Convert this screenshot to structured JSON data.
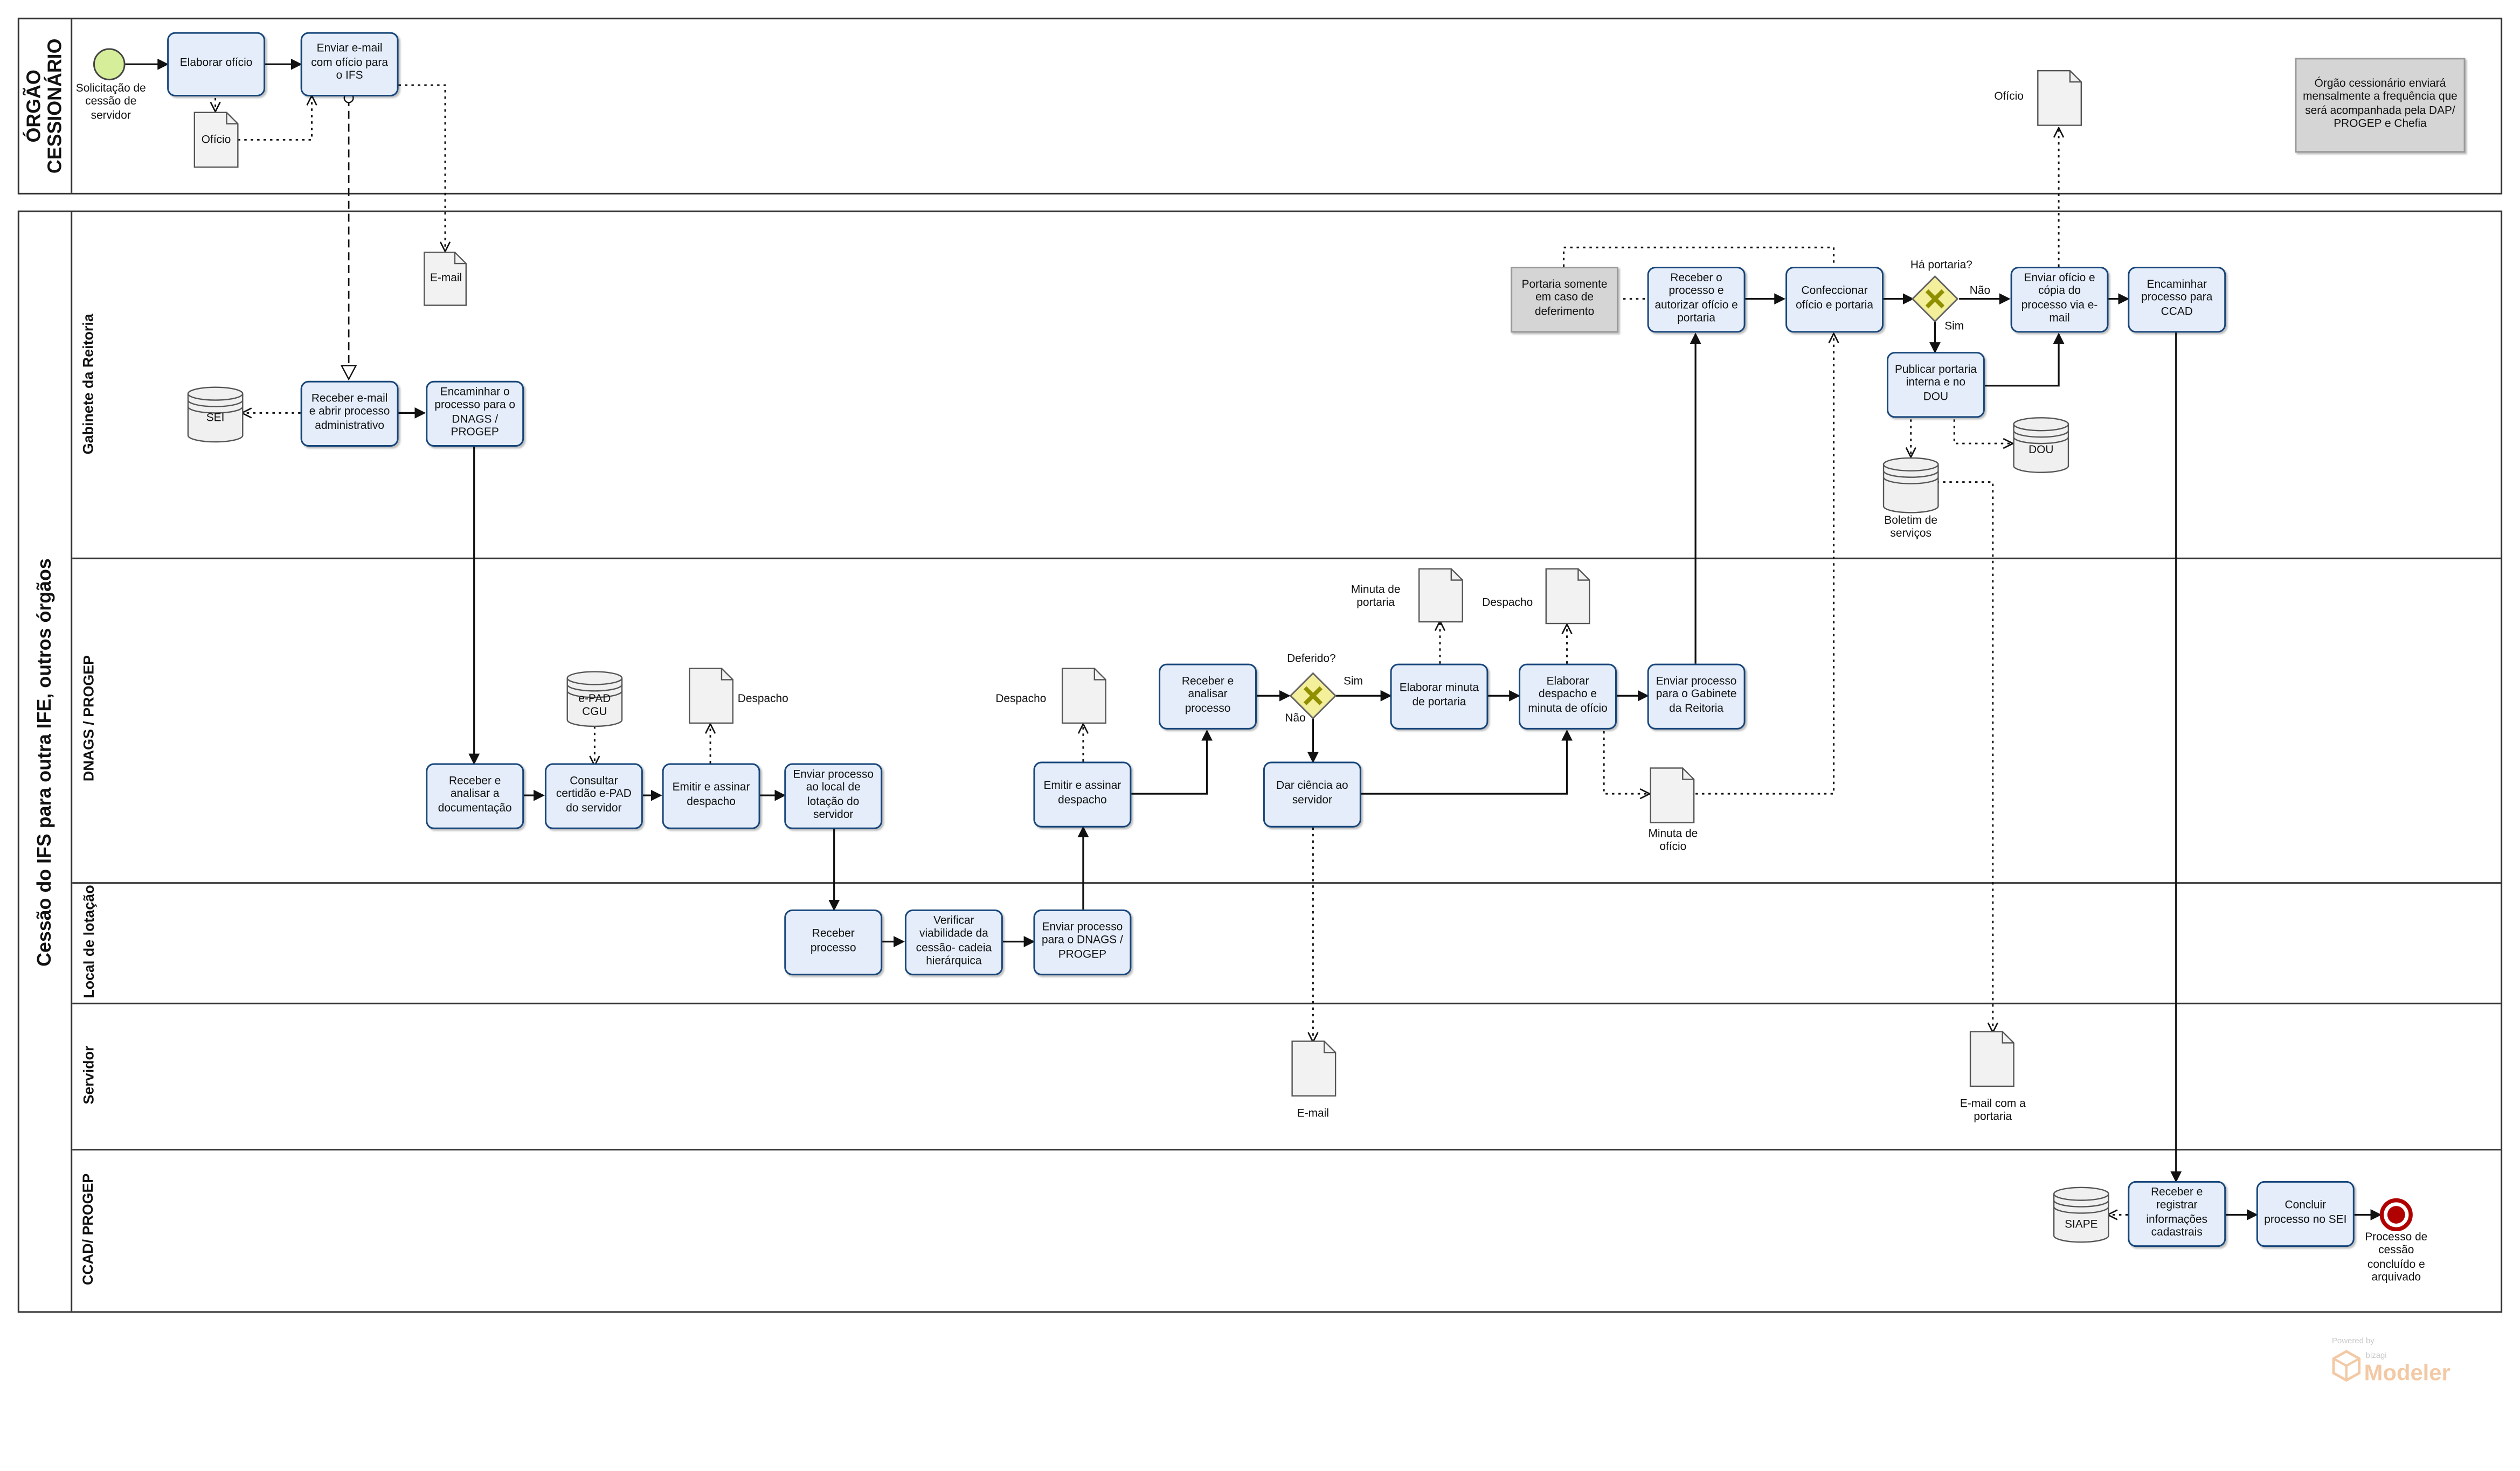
{
  "pools": {
    "orgao": {
      "label": "ÓRGÃO\nCESSIONÁRIO"
    },
    "ifs": {
      "label": "Cessão do IFS para outra IFE, outros órgãos"
    }
  },
  "lanes": {
    "gabinete": "Gabinete da Reitoria",
    "dnags": "DNAGS / PROGEP",
    "local": "Local de lotação",
    "servidor": "Servidor",
    "ccad": "CCAD/ PROGEP"
  },
  "tasks": {
    "elaborar_oficio": "Elaborar ofício",
    "enviar_email_oficio": "Enviar e-mail com ofício para o IFS",
    "receber_email": "Receber e-mail e abrir processo administrativo",
    "encaminhar_dnags": "Encaminhar o processo para o DNAGS / PROGEP",
    "receber_analisar_doc": "Receber e analisar a documentação",
    "consultar_certidao": "Consultar certidão e-PAD do servidor",
    "emitir_despacho_1": "Emitir e assinar despacho",
    "enviar_local": "Enviar processo ao local de lotação do servidor",
    "receber_processo": "Receber processo",
    "verificar_viabilidade": "Verificar viabilidade da cessão- cadeia hierárquica",
    "enviar_dnags": "Enviar processo para o DNAGS / PROGEP",
    "emitir_despacho_2": "Emitir e assinar despacho",
    "receber_analisar_proc": "Receber e analisar processo",
    "dar_ciencia": "Dar ciência ao servidor",
    "elaborar_minuta": "Elaborar minuta de portaria",
    "elaborar_despacho_minuta": "Elaborar despacho e minuta de ofício",
    "enviar_gabinete": "Enviar processo para o Gabinete da Reitoria",
    "receber_autorizar": "Receber o processo e autorizar ofício e portaria",
    "confeccionar": "Confeccionar ofício e portaria",
    "publicar_portaria": "Publicar portaria interna e no DOU",
    "enviar_oficio_copia": "Enviar ofício e cópia do processo via e-mail",
    "encaminhar_ccad": "Encaminhar processo para CCAD",
    "receber_registrar": "Receber e registrar informações cadastrais",
    "concluir_sei": "Concluir processo no SEI"
  },
  "events": {
    "start": "Solicitação de cessão de servidor",
    "end": "Processo de cessão concluído e arquivado"
  },
  "gateways": {
    "deferido": "Deferido?",
    "ha_portaria": "Há portaria?"
  },
  "flow_labels": {
    "sim": "Sim",
    "nao": "Não"
  },
  "documents": {
    "oficio_1": "Ofício",
    "email_1": "E-mail",
    "despacho_1": "Despacho",
    "despacho_2": "Despacho",
    "minuta_portaria": "Minuta de portaria",
    "despacho_3": "Despacho",
    "minuta_oficio": "Minuta de ofício",
    "email_2": "E-mail",
    "email_portaria": "E-mail com a portaria",
    "oficio_2": "Ofício"
  },
  "datastores": {
    "sei": "SEI",
    "epad": "e-PAD CGU",
    "dou": "DOU",
    "boletim": "Boletim de serviços",
    "siape": "SIAPE"
  },
  "annotations": {
    "portaria": "Portaria somente em caso de deferimento",
    "frequencia": "Órgão cessionário enviará mensalmente a frequência que será acompanhada pela DAP/ PROGEP e Chefia"
  },
  "watermark": {
    "powered": "Powered by",
    "brand": "bizagi",
    "product": "Modeler"
  },
  "colors": {
    "task_fill": "#e4edf9",
    "task_border": "#16457a",
    "start_fill": "#d6ee9a",
    "end_border": "#b10000",
    "gateway_fill": "#f3ef9a",
    "gateway_mark": "#8f8f00",
    "note_fill": "#d5d5d5"
  }
}
